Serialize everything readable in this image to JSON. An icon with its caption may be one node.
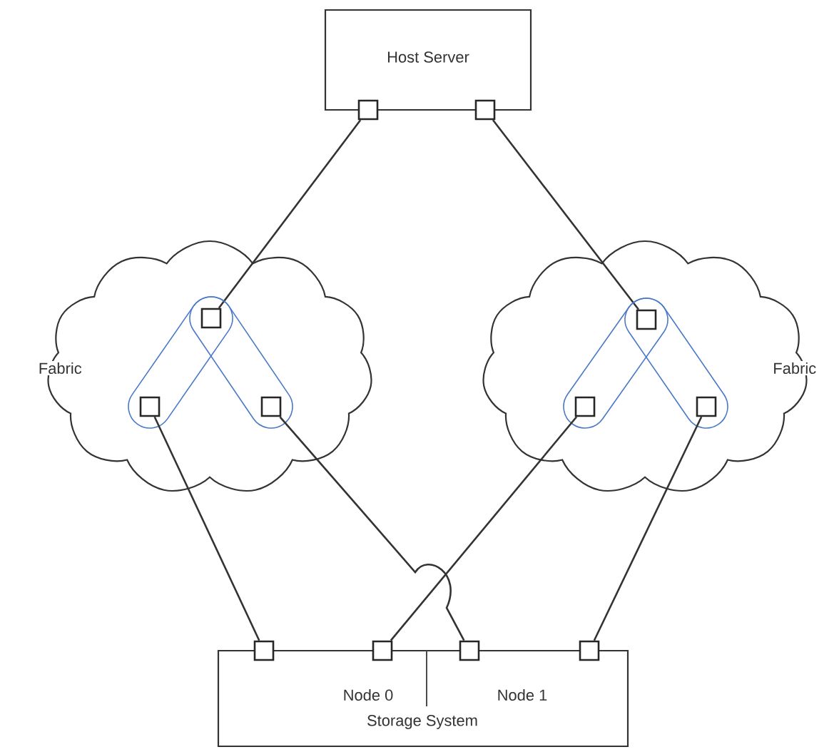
{
  "diagram": {
    "nodes": [
      {
        "text": [
          "Host Server"
        ]
      },
      {
        "text": [],
        "shape": "box",
        "in": 0
      },
      {
        "text": [],
        "shape": "box",
        "in": 0
      },
      {
        "text": [
          "Fabric"
        ]
      },
      {
        "text": [],
        "shape": "box",
        "in": 3
      },
      {
        "text": [],
        "shape": "box",
        "in": 3
      },
      {
        "text": [],
        "shape": "box",
        "in": 3
      },
      {
        "text": [
          "Fabric"
        ]
      },
      {
        "text": [],
        "shape": "box",
        "in": 7
      },
      {
        "text": [],
        "shape": "box",
        "in": 7
      },
      {
        "text": [],
        "shape": "box",
        "in": 7
      },
      {
        "text": [
          "Node 0",
          "Node 1",
          "Storage System"
        ]
      },
      {
        "text": [],
        "shape": "box",
        "in": 11
      },
      {
        "text": [],
        "shape": "box",
        "in": 11
      },
      {
        "text": [],
        "shape": "box",
        "in": 11
      },
      {
        "text": [],
        "shape": "box",
        "in": 11
      }
    ],
    "edges": [
      {
        "from": 1,
        "to": 4,
        "arrow": "none"
      },
      {
        "from": 2,
        "to": 8,
        "arrow": "none"
      },
      {
        "from": 4,
        "to": 5,
        "arrow": "none",
        "color": "#4a78c8"
      },
      {
        "from": 4,
        "to": 6,
        "arrow": "none",
        "color": "#4a78c8"
      },
      {
        "from": 8,
        "to": 9,
        "arrow": "none",
        "color": "#4a78c8"
      },
      {
        "from": 8,
        "to": 10,
        "arrow": "none",
        "color": "#4a78c8"
      },
      {
        "from": 5,
        "to": 12,
        "arrow": "none"
      },
      {
        "from": 6,
        "to": 14,
        "arrow": "none"
      },
      {
        "from": 9,
        "to": 13,
        "arrow": "none"
      },
      {
        "from": 10,
        "to": 15,
        "arrow": "none"
      }
    ]
  }
}
